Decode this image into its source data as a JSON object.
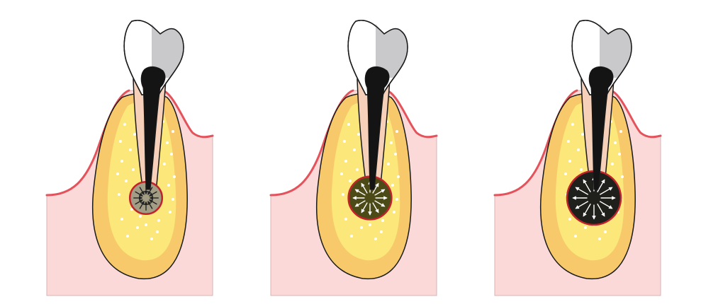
{
  "colors": {
    "background": "#ffffff",
    "gum": "#fbd9d9",
    "gum_line": "#e4535b",
    "bone_outer": "#f7c96a",
    "bone_inner": "#fbe77a",
    "root": "#f6d0b8",
    "canal": "#141414",
    "crown_white": "#ffffff",
    "crown_grey": "#c9c9cc",
    "outline": "#1a1a1a",
    "lesion_ring": "#c0242a",
    "marrow_dots": "#ffffff"
  },
  "panels": [
    {
      "stage": 1,
      "lesion_fill": "#a39d85",
      "lesion_size": 0.6,
      "arrow_color": "#222222",
      "arrow_direction": "inward"
    },
    {
      "stage": 2,
      "lesion_fill": "#4c4a17",
      "lesion_size": 0.8,
      "arrow_color": "#ffffff",
      "arrow_direction": "outward"
    },
    {
      "stage": 3,
      "lesion_fill": "#1f1f1c",
      "lesion_size": 1.0,
      "arrow_color": "#ffffff",
      "arrow_direction": "outward"
    }
  ]
}
